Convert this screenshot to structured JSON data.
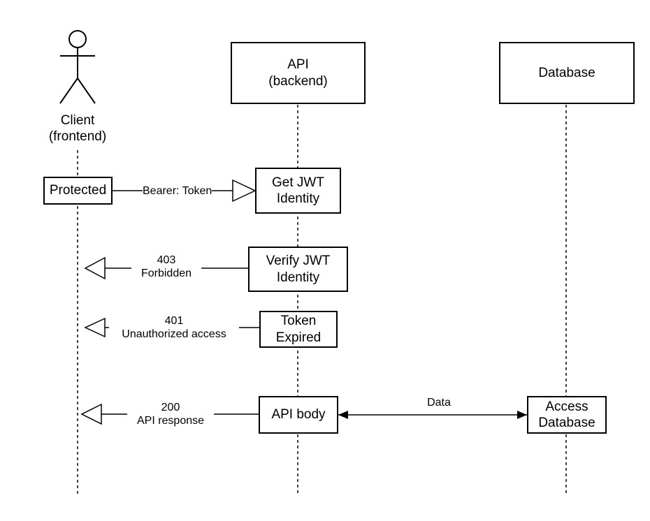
{
  "participants": {
    "client": {
      "line1": "Client",
      "line2": "(frontend)"
    },
    "api": {
      "line1": "API",
      "line2": "(backend)"
    },
    "database": {
      "label": "Database"
    }
  },
  "activations": {
    "protected": "Protected",
    "get_jwt": {
      "line1": "Get JWT",
      "line2": "Identity"
    },
    "verify_jwt": {
      "line1": "Verify JWT",
      "line2": "Identity"
    },
    "token_expired": {
      "line1": "Token",
      "line2": "Expired"
    },
    "api_body": "API body",
    "access_db": {
      "line1": "Access",
      "line2": "Database"
    }
  },
  "messages": {
    "bearer": "Bearer: Token",
    "forbidden": {
      "line1": "403",
      "line2": "Forbidden"
    },
    "unauthorized": {
      "line1": "401",
      "line2": "Unauthorized access"
    },
    "response": {
      "line1": "200",
      "line2": "API response"
    },
    "data": "Data"
  }
}
